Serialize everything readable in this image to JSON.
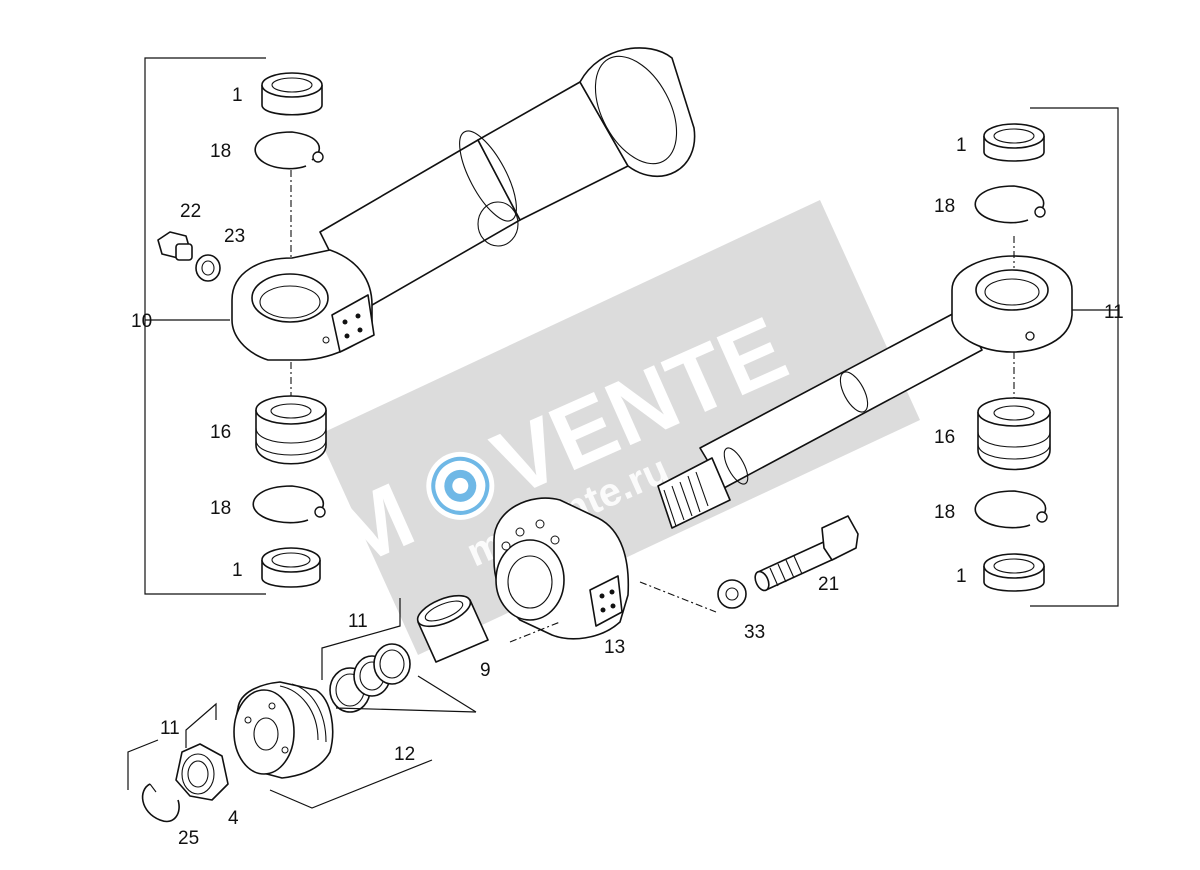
{
  "watermark": {
    "brand": "M",
    "brand_rest": "VENTE",
    "site": "movente.ru",
    "band_color": "#d6d6d6",
    "accent_color": "#6fb8e6"
  },
  "labels": {
    "l1_top_left": "1",
    "l18_top_left": "18",
    "l22": "22",
    "l23": "23",
    "l10": "10",
    "l16_left": "16",
    "l18_bottom_left": "18",
    "l1_bottom_left": "1",
    "l1_top_right": "1",
    "l18_top_right": "18",
    "l11_right": "11",
    "l16_right": "16",
    "l18_bottom_right": "18",
    "l1_bottom_right": "1",
    "l21": "21",
    "l33": "33",
    "l13": "13",
    "l9": "9",
    "l11_piston": "11",
    "l12": "12",
    "l11_nut": "11",
    "l4": "4",
    "l25": "25"
  }
}
